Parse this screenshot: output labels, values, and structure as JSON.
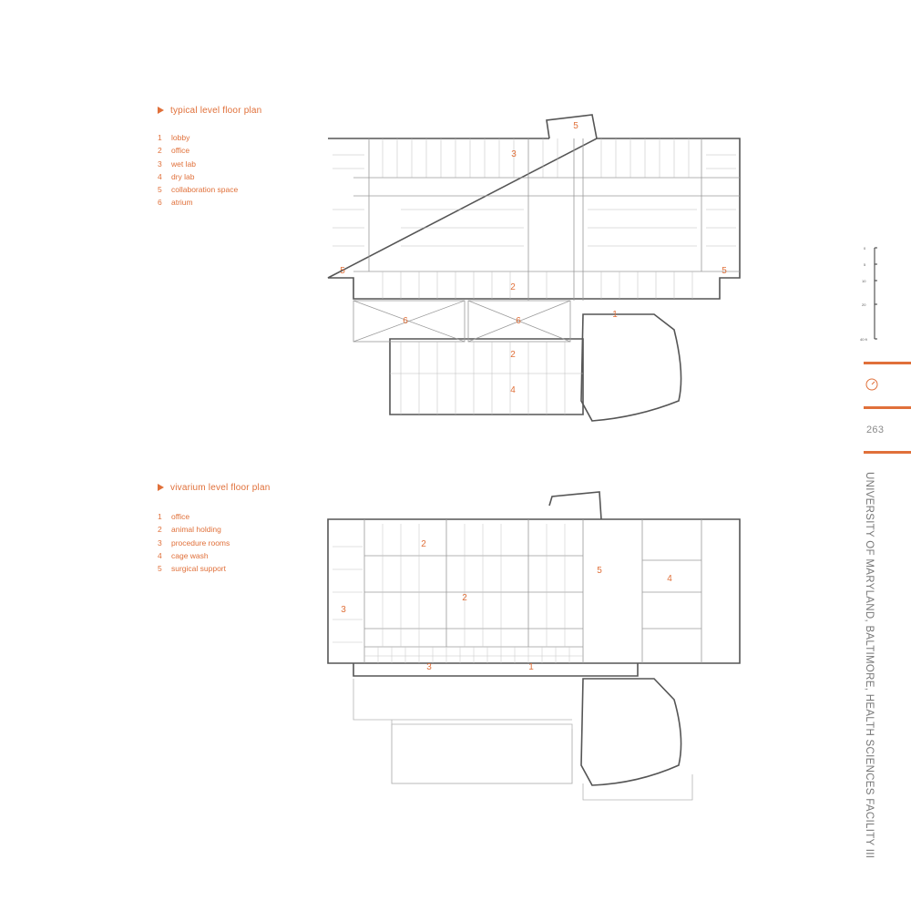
{
  "plans": [
    {
      "title": "typical level floor plan",
      "legend": [
        {
          "num": "1",
          "label": "lobby"
        },
        {
          "num": "2",
          "label": "office"
        },
        {
          "num": "3",
          "label": "wet lab"
        },
        {
          "num": "4",
          "label": "dry lab"
        },
        {
          "num": "5",
          "label": "collaboration space"
        },
        {
          "num": "6",
          "label": "atrium"
        }
      ],
      "labels": [
        "5",
        "3",
        "5",
        "5",
        "2",
        "6",
        "6",
        "1",
        "2",
        "4"
      ]
    },
    {
      "title": "vivarium level floor plan",
      "legend": [
        {
          "num": "1",
          "label": "office"
        },
        {
          "num": "2",
          "label": "animal holding"
        },
        {
          "num": "3",
          "label": "procedure rooms"
        },
        {
          "num": "4",
          "label": "cage wash"
        },
        {
          "num": "5",
          "label": "surgical support"
        }
      ],
      "labels": [
        "2",
        "2",
        "3",
        "5",
        "4",
        "3",
        "1"
      ]
    }
  ],
  "sidebar": {
    "page_number": "263",
    "vertical_title": "UNIVERSITY OF MARYLAND, BALTIMORE, HEALTH SCIENCES FACILITY III",
    "scale_ticks": [
      "0",
      "5",
      "10",
      "20",
      "40 ft"
    ]
  },
  "colors": {
    "accent": "#e0703a",
    "line": "#555555",
    "light_line": "#b5b5b5"
  }
}
